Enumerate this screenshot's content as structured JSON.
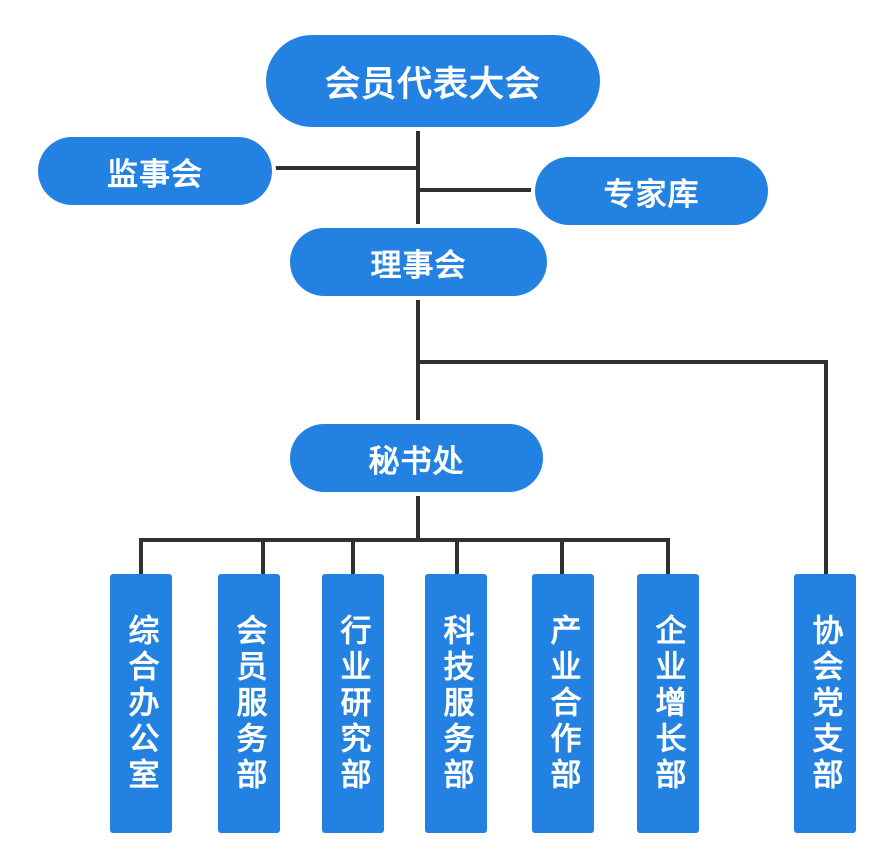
{
  "colors": {
    "node_blue": "#2382e1",
    "line_dark": "#2e3033",
    "text_white": "#ffffff",
    "canvas_bg": "#ffffff"
  },
  "org_chart": {
    "type": "organization-chart",
    "root": {
      "label": "会员代表大会"
    },
    "supervisory_board": {
      "label": "监事会"
    },
    "expert_pool": {
      "label": "专家库"
    },
    "council": {
      "label": "理事会"
    },
    "secretariat": {
      "label": "秘书处"
    },
    "party_branch": {
      "label": "协会党支部"
    },
    "departments": [
      {
        "label": "综合办公室"
      },
      {
        "label": "会员服务部"
      },
      {
        "label": "行业研究部"
      },
      {
        "label": "科技服务部"
      },
      {
        "label": "产业合作部"
      },
      {
        "label": "企业增长部"
      }
    ]
  }
}
